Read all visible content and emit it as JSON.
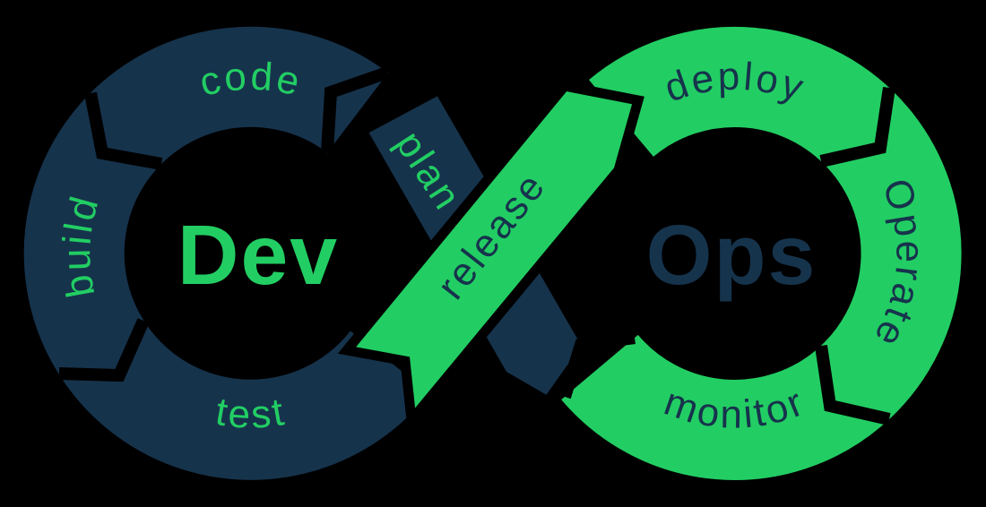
{
  "diagram": {
    "type": "devops-infinity-loop",
    "dev_label": "Dev",
    "ops_label": "Ops",
    "stages": {
      "plan": "plan",
      "code": "code",
      "build": "build",
      "test": "test",
      "release": "release",
      "deploy": "deploy",
      "operate": "Operate",
      "monitor": "monitor"
    },
    "colors": {
      "background": "#000000",
      "dev_loop_navy": "#16334c",
      "ops_loop_green": "#22ce63",
      "dev_word_green": "#22ce63",
      "ops_word_navy": "#16334c"
    }
  }
}
